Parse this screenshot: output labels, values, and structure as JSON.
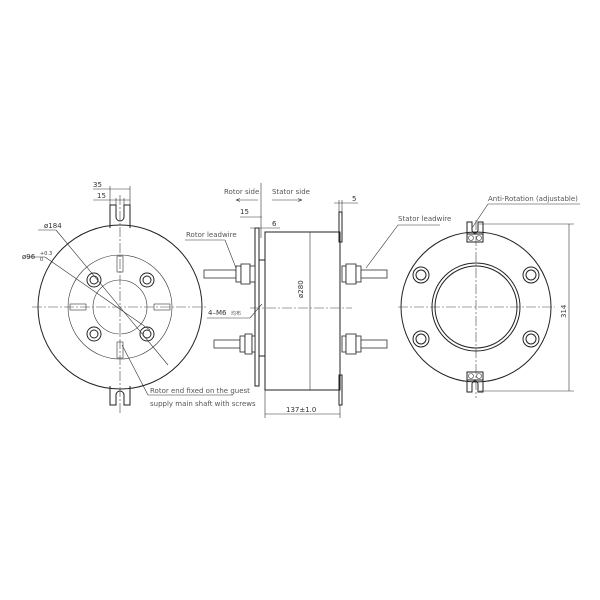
{
  "views": {
    "front": {
      "dims": {
        "slot_outer": "35",
        "slot_inner": "15",
        "dia_outer": "ø184",
        "dia_bore": "ø96",
        "bore_tol_upper": "+0.3",
        "bore_tol_lower": "0"
      },
      "callout": {
        "line1": "Rotor end fixed on the guest",
        "line2": "supply main shaft with screws"
      }
    },
    "side": {
      "dims": {
        "rotor_flange": "15",
        "gap": "6",
        "stator_flange": "5",
        "body_dia": "ø280",
        "length": "137±1.0",
        "screws": "4–M6",
        "screws_note": "均布"
      },
      "labels": {
        "rotor_side": "Rotor side",
        "stator_side": "Stator side",
        "rotor_leadwire": "Rotor leadwire",
        "stator_leadwire": "Stator leadwire"
      }
    },
    "back": {
      "dims": {
        "height": "314"
      },
      "labels": {
        "anti_rotation": "Anti-Rotation (adjustable)"
      }
    }
  },
  "colors": {
    "line": "#222222",
    "text": "#333333",
    "background": "#ffffff"
  }
}
